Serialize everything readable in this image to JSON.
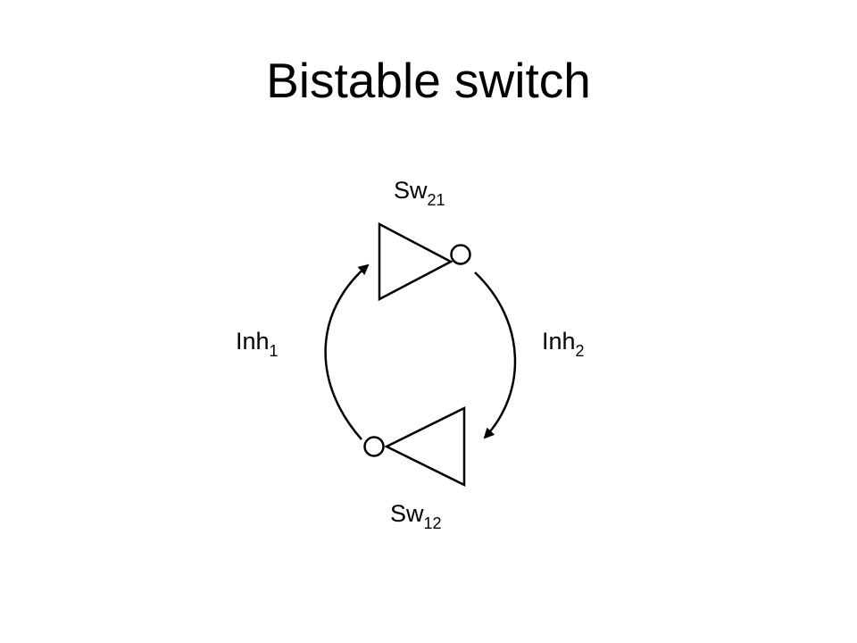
{
  "title": "Bistable switch",
  "labels": {
    "sw21": {
      "base": "Sw",
      "sub": "21"
    },
    "sw12": {
      "base": "Sw",
      "sub": "12"
    },
    "inh1": {
      "base": "Inh",
      "sub": "1"
    },
    "inh2": {
      "base": "Inh",
      "sub": "2"
    }
  }
}
